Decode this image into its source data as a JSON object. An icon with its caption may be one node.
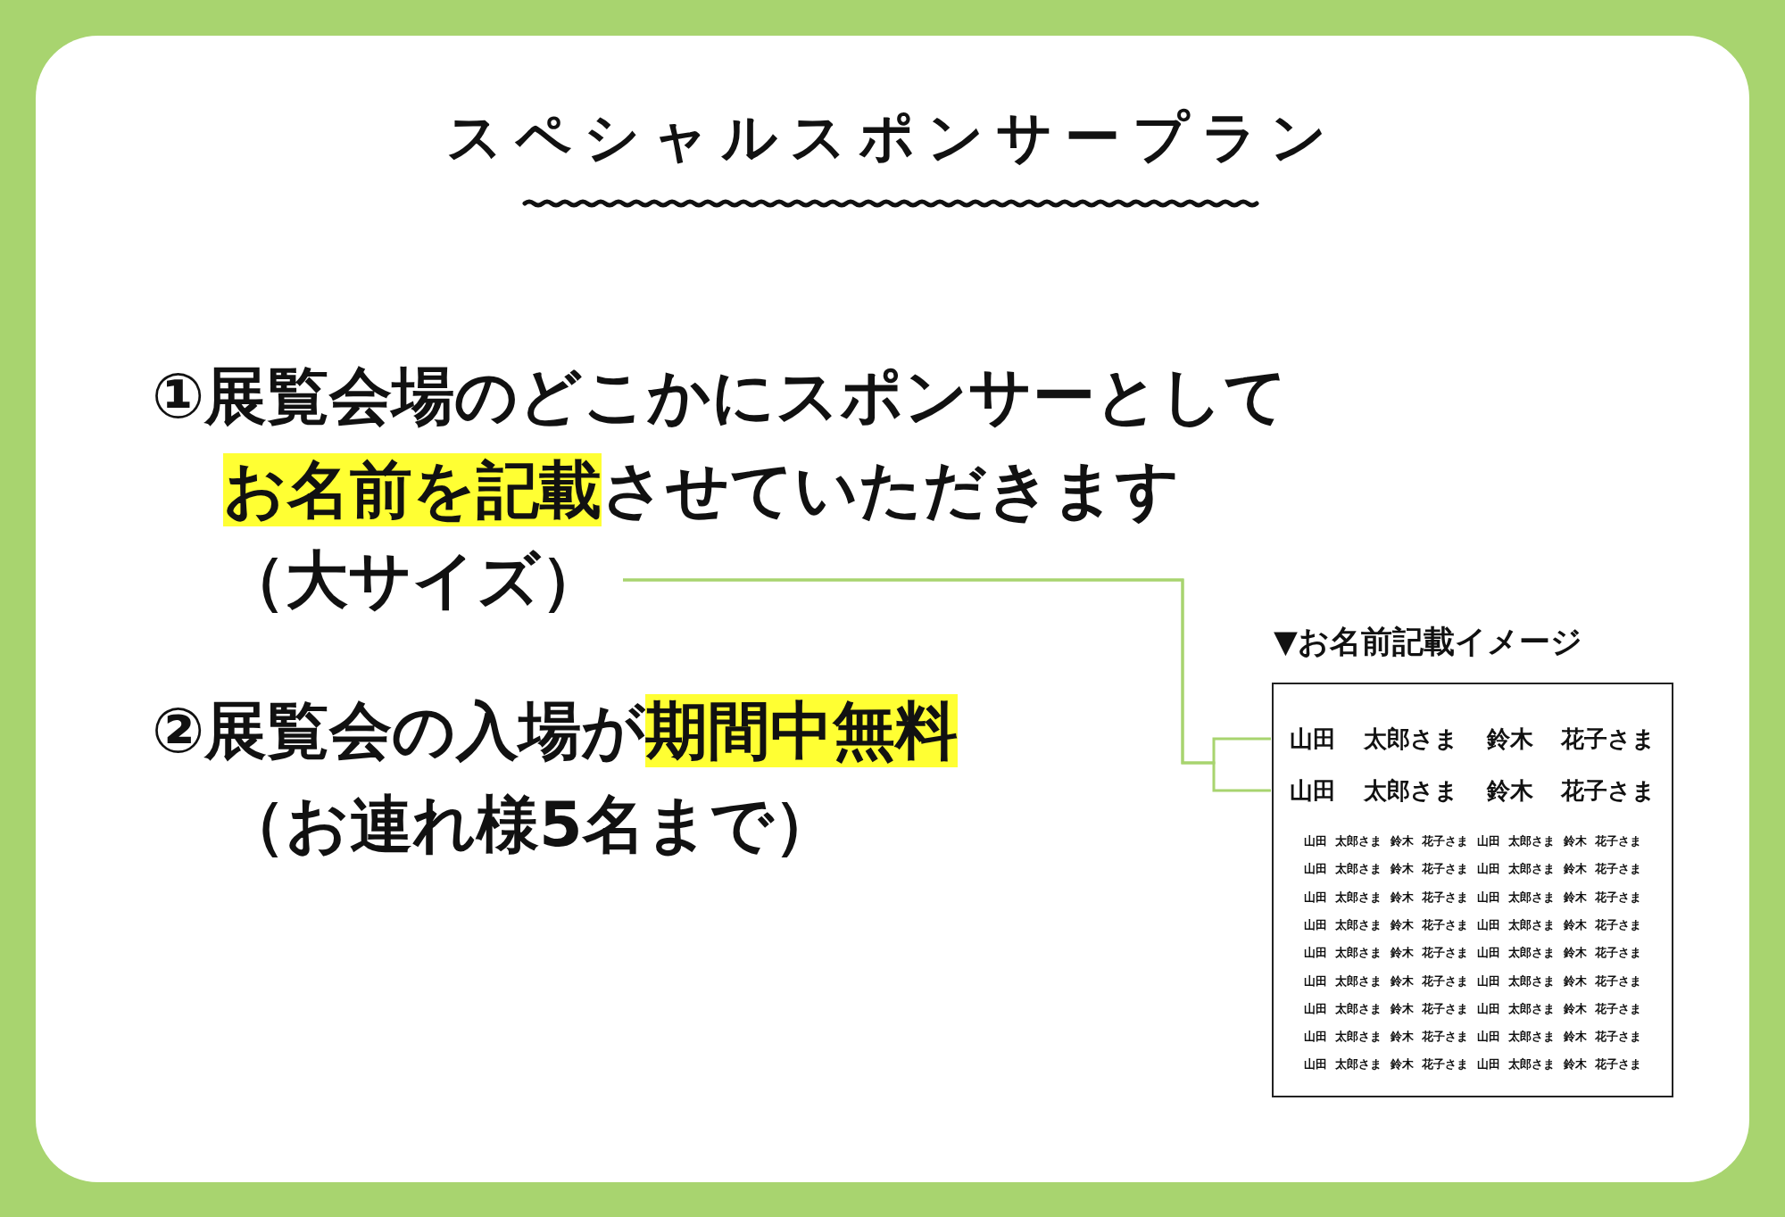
{
  "diagram": {
    "title": "スペシャルスポンサープラン",
    "nodes": [
      {
        "text": [
          "（大サイズ）"
        ]
      },
      {
        "text": [
          "▼お名前記載イメージ",
          "山田 太郎さま 鈴木 花子さま 山田 太郎さま 鈴木 花子さま",
          "山田 太郎さま 鈴木 花子さま 山田 太郎さま 鈴木 花子さま",
          "山田 太郎さま 鈴木 花子さま 山田 太郎さま 鈴木 花子さま",
          "山田 太郎さま 鈴木 花子さま 山田 太郎さま 鈴木 花子さま",
          "山田 太郎さま 鈴木 花子さま 山田 太郎さま 鈴木 花子さま",
          "山田 太郎さま 鈴木 花子さま 山田 太郎さま 鈴木 花子さま",
          "山田 太郎さま 鈴木 花子さま 山田 太郎さま 鈴木 花子さま",
          "山田 太郎さま 鈴木 花子さま 山田 太郎さま 鈴木 花子さま",
          "山田 太郎さま 鈴木 花子さま 山田 太郎さま 鈴木 花子さま"
        ]
      },
      {
        "text": [
          "山田 太郎さま 鈴木 花子さま"
        ],
        "in": 1
      },
      {
        "text": [
          "山田 太郎さま 鈴木 花子さま"
        ],
        "in": 1
      }
    ],
    "edges": [
      {
        "from": 0,
        "to": 2,
        "arrow": "none",
        "color": "#a8d46f"
      },
      {
        "from": 0,
        "to": 3,
        "arrow": "none",
        "color": "#a8d46f"
      }
    ],
    "labels": [
      "①展覧会場のどこかにスポンサーとして",
      "**お名前を記載**させていただきます",
      "②展覧会の入場が**期間中無料**",
      "（お連れ様5名まで）"
    ]
  }
}
